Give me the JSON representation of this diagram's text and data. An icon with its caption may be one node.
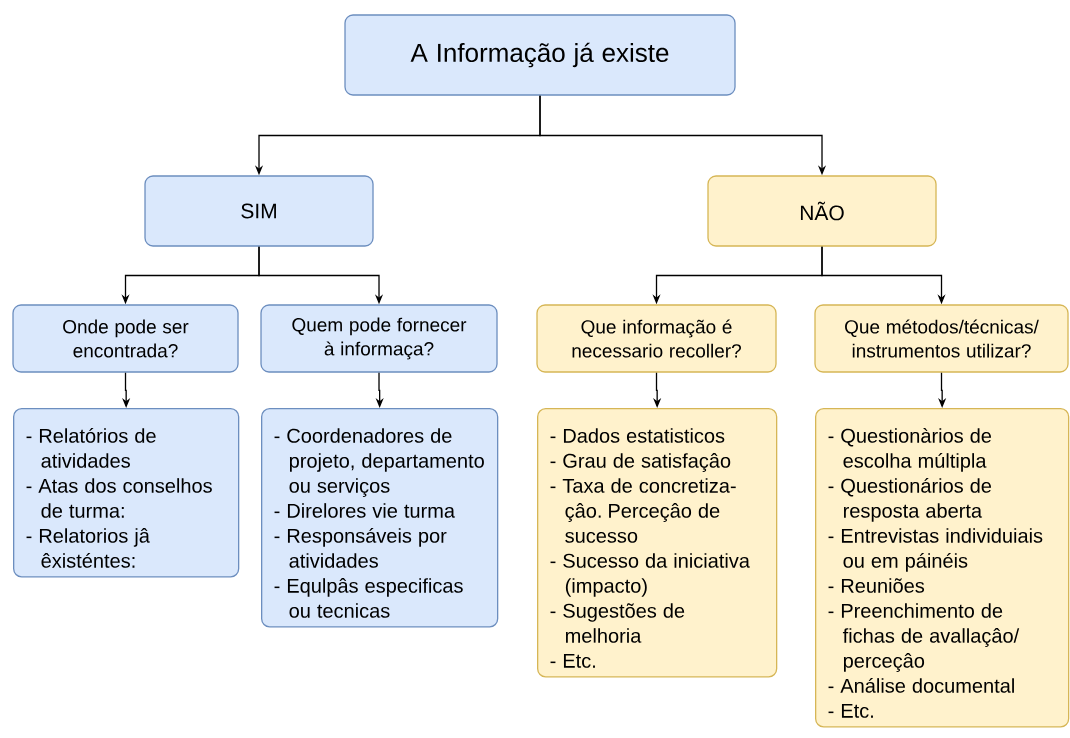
{
  "diagram": {
    "nodes": [
      {
        "text": [
          "A Informação já existe"
        ]
      },
      {
        "text": [
          "SIM"
        ]
      },
      {
        "text": [
          "NÃO"
        ]
      },
      {
        "text": [
          "Onde pode ser encontrada?"
        ]
      },
      {
        "text": [
          "Quem pode fornecer à informaça?"
        ]
      },
      {
        "text": [
          "Que informação é necessario recoller?"
        ]
      },
      {
        "text": [
          "Que métodos/técnicas/ instrumentos utilizar?"
        ]
      },
      {
        "text": [
          "- Relatórios de atividades",
          "- Atas dos conselhos de turma:",
          "- Relatorios jâ êxisténtes:"
        ]
      },
      {
        "text": [
          "- Coordenadores de projeto, departamento ou serviços",
          "- Direlores vie turma",
          "- Responsáveis por atividades",
          "- Equlpâs especificas ou tecnicas"
        ]
      },
      {
        "text": [
          "- Dados estatisticos",
          "- Grau de satisfaçâo",
          "- Taxa de concretiza- çâo. Perceçâo de sucesso",
          "- Sucesso da iniciativa (impacto)",
          "- Sugestões de melhoria",
          "- Etc."
        ]
      },
      {
        "text": [
          "- Questionàrios de escolha múltipla",
          "- Questionários de resposta aberta",
          "- Entrevistas individuiais ou em páinéis",
          "- Reuniões",
          "- Preenchimento de fichas de avallaçâo/ perceçâo",
          "- Análise documental",
          "- Etc."
        ]
      }
    ],
    "edges": [
      {
        "from": 0,
        "to": 1,
        "arrow": "to"
      },
      {
        "from": 0,
        "to": 2,
        "arrow": "to"
      },
      {
        "from": 1,
        "to": 3,
        "arrow": "to"
      },
      {
        "from": 1,
        "to": 4,
        "arrow": "to"
      },
      {
        "from": 2,
        "to": 5,
        "arrow": "to"
      },
      {
        "from": 2,
        "to": 6,
        "arrow": "to"
      },
      {
        "from": 3,
        "to": 7,
        "arrow": "to"
      },
      {
        "from": 4,
        "to": 8,
        "arrow": "to"
      },
      {
        "from": 5,
        "to": 9,
        "arrow": "to"
      },
      {
        "from": 6,
        "to": 10,
        "arrow": "to"
      }
    ]
  }
}
